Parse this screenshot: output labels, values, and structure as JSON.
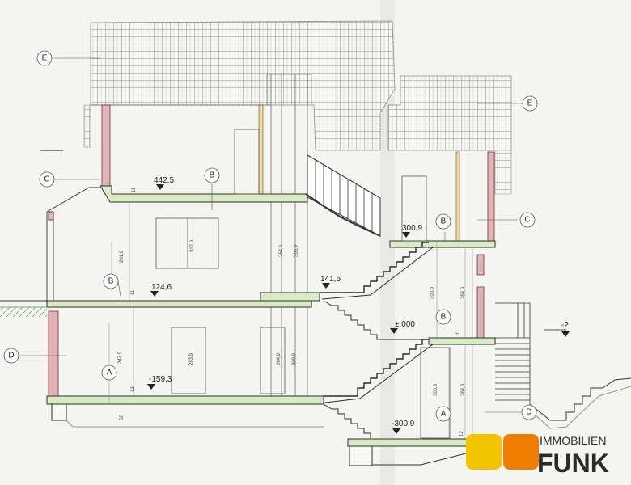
{
  "drawing": {
    "section_labels": {
      "E_left": "E",
      "E_right": "E",
      "C_left": "C",
      "C_right": "C",
      "B_top": "B",
      "B_mid_left": "B",
      "B_mid_right": "B",
      "B_upper_right": "B",
      "A_left": "A",
      "A_right": "A",
      "D_left": "D",
      "D_right": "D"
    },
    "levels": {
      "top": "442,5",
      "upper_right": "300,9",
      "ground_left": "124,6",
      "ground_mid": "141,6",
      "zero": "±.000",
      "lower_left": "-159,3",
      "lowest": "-300,9",
      "terrain": "-2"
    },
    "dims": {
      "d1": "281,9",
      "d2": "317,9",
      "d3": "264,9",
      "d4": "300,9",
      "d5": "247,9",
      "d6": "283,9",
      "d7": "264,9",
      "d8": "300,9",
      "d9": "300,9",
      "d10": "264,9",
      "d11": "300,9",
      "d12": "264,9",
      "d13": "11",
      "d14": "11",
      "d15": "12",
      "d16": "12",
      "d17": "60",
      "d18": "11"
    }
  },
  "logo": {
    "line1": "IMMOBILIEN",
    "line2": "FUNK",
    "colors": {
      "yellow": "#f5c400",
      "orange": "#ef7d00"
    }
  }
}
